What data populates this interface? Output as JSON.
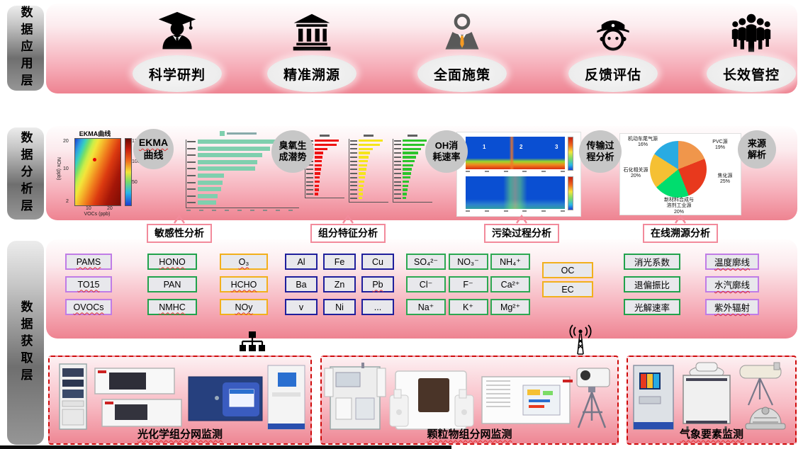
{
  "layers": {
    "application": {
      "label": "数据应用层",
      "items": [
        {
          "label": "科学研判",
          "icon": "scholar-icon"
        },
        {
          "label": "精准溯源",
          "icon": "bank-icon"
        },
        {
          "label": "全面施策",
          "icon": "businessman-icon"
        },
        {
          "label": "反馈评估",
          "icon": "police-icon"
        },
        {
          "label": "长效管控",
          "icon": "people-group-icon"
        }
      ]
    },
    "analysis": {
      "label": "数据分析层",
      "badges": [
        {
          "l1": "EKMA",
          "l2": "曲线"
        },
        {
          "l1": "臭氧生",
          "l2": "成潜势"
        },
        {
          "l1": "OH消",
          "l2": "耗速率"
        },
        {
          "l1": "传输过",
          "l2": "程分析"
        },
        {
          "l1": "来源",
          "l2": "解析"
        }
      ],
      "captions": [
        "敏感性分析",
        "组分特征分析",
        "污染过程分析",
        "在线溯源分析"
      ]
    },
    "acquisition": {
      "label": "数据获取层",
      "groups": [
        {
          "id": "vocs",
          "border": "#c07ce6",
          "items": [
            {
              "t": "PAMS",
              "sq": true
            },
            {
              "t": "TO15",
              "sq": true
            },
            {
              "t": "OVOCs",
              "sq": true
            }
          ]
        },
        {
          "id": "gases",
          "border": "#21a24c",
          "items": [
            {
              "t": "HONO",
              "sq": true
            },
            {
              "t": "PAN"
            },
            {
              "t": "NMHC",
              "sq": true
            }
          ]
        },
        {
          "id": "oxidants",
          "border": "#f2b01c",
          "items": [
            {
              "t": "O₃",
              "sq": true
            },
            {
              "t": "HCHO",
              "sq": true
            },
            {
              "t": "NOy",
              "sq": true
            }
          ]
        },
        {
          "id": "metals",
          "border": "#1f1f9c",
          "items": [
            {
              "t": "Al"
            },
            {
              "t": "Fe"
            },
            {
              "t": "Cu"
            },
            {
              "t": "Ba"
            },
            {
              "t": "Zn"
            },
            {
              "t": "Pb",
              "sq": true
            },
            {
              "t": "v"
            },
            {
              "t": "Ni"
            },
            {
              "t": "..."
            }
          ]
        },
        {
          "id": "ions",
          "border": "#2ca852",
          "items": [
            {
              "t": "SO₄²⁻"
            },
            {
              "t": "NO₃⁻"
            },
            {
              "t": "NH₄⁺"
            },
            {
              "t": "Cl⁻"
            },
            {
              "t": "F⁻"
            },
            {
              "t": "Ca²⁺"
            },
            {
              "t": "Na⁺"
            },
            {
              "t": "K⁺"
            },
            {
              "t": "Mg²⁺"
            }
          ]
        },
        {
          "id": "carbon",
          "border": "#f2b01c",
          "items": [
            {
              "t": "OC"
            },
            {
              "t": "EC"
            }
          ]
        },
        {
          "id": "optical",
          "border": "#21a24c",
          "items": [
            {
              "t": "消光系数"
            },
            {
              "t": "退偏振比"
            },
            {
              "t": "光解速率"
            }
          ]
        },
        {
          "id": "profiles",
          "border": "#c07ce6",
          "items": [
            {
              "t": "温度廓线",
              "sq": true
            },
            {
              "t": "水汽廓线",
              "sq": true
            },
            {
              "t": "紫外辐射",
              "sq": true
            }
          ]
        }
      ],
      "stations": [
        {
          "label": "光化学组分网监测"
        },
        {
          "label": "颗粒物组分网监测"
        },
        {
          "label": "气象要素监测"
        }
      ],
      "link_icons": [
        "network-tree-icon",
        "antenna-icon"
      ]
    }
  },
  "chart_data": [
    {
      "type": "heatmap",
      "name": "ekma-isopleth",
      "title": "EKMA曲线",
      "xlabel": "VOCs (ppb)",
      "ylabel": "NOx (ppb)",
      "xticks": [
        "10",
        "20"
      ],
      "yticks": [
        "20",
        "10",
        "2"
      ],
      "colorbar_ticks": [
        "130",
        "100",
        "50"
      ],
      "marker_point": {
        "voc": 12,
        "nox": 15
      },
      "palette": "blue-cyan-green-yellow-orange-darkred contour bands"
    },
    {
      "type": "bar",
      "name": "ozone-formation-potential",
      "title": "臭氧生成潜势",
      "orientation": "horizontal",
      "color": "#7fcfae",
      "values": [
        7.4,
        5.8,
        5.2,
        4.8,
        4.6,
        2.1,
        2.0,
        1.9,
        1.6,
        1.5
      ],
      "xlim": [
        0,
        8
      ],
      "note": "category tick labels illegible at source resolution"
    },
    {
      "type": "bar",
      "name": "oh-loss-rate",
      "title": "OH消耗速率",
      "orientation": "horizontal",
      "series": [
        {
          "color": "#ee1111",
          "values": [
            100,
            92,
            52,
            36,
            33,
            30,
            28,
            26,
            24,
            22,
            20,
            18,
            17,
            15
          ]
        },
        {
          "color": "#f5e51a",
          "values": [
            100,
            87,
            60,
            46,
            41,
            37,
            34,
            31,
            28,
            25,
            23,
            21,
            19,
            17,
            15
          ]
        },
        {
          "color": "#2bc42b",
          "values": [
            100,
            90,
            77,
            65,
            57,
            50,
            44,
            39,
            35,
            31,
            27,
            24,
            21,
            18,
            15
          ]
        }
      ],
      "note": "three ranked component charts, tiny labels illegible"
    },
    {
      "type": "heatmap",
      "name": "lidar-transport",
      "title": "传输过程分析",
      "panels": 2,
      "annotations": [
        "1",
        "2",
        "3"
      ],
      "palette": "jet"
    },
    {
      "type": "pie",
      "name": "source-apportionment",
      "title": "来源解析",
      "slices": [
        {
          "label": "PVC源",
          "value": 19,
          "color": "#f0964b"
        },
        {
          "label": "焦化源",
          "value": 25,
          "color": "#e8391d"
        },
        {
          "label": "新材料合成与溶剂工业源",
          "value": 20,
          "color": "#00dd6e"
        },
        {
          "label": "石化相关源",
          "value": 20,
          "color": "#f5c033"
        },
        {
          "label": "机动车尾气源",
          "value": 16,
          "color": "#29abe2"
        }
      ]
    }
  ],
  "colors": {
    "layer_pink_bottom": "#ee8391",
    "caption_border": "#f28a9b",
    "station_dash": "#cf0a0a",
    "tie_orange": "#f59a23"
  }
}
